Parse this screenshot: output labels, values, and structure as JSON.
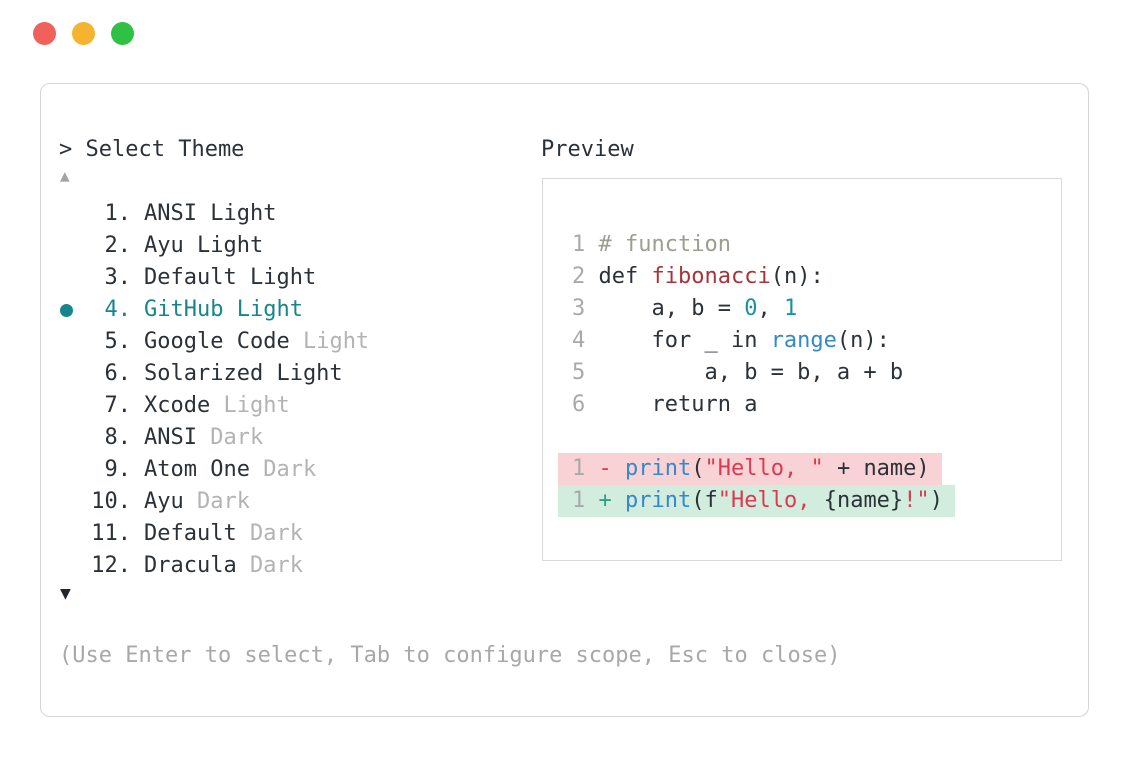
{
  "window": {
    "traffic_lights": [
      {
        "name": "close",
        "color": "#f2605c"
      },
      {
        "name": "minimize",
        "color": "#f5b42f"
      },
      {
        "name": "zoom",
        "color": "#2ec143"
      }
    ]
  },
  "prompt": {
    "text": "> Select Theme"
  },
  "theme_list": {
    "scroll_up_indicator": "▲",
    "scroll_down_indicator": "▼",
    "items": [
      {
        "num": "1.",
        "selected": false,
        "parts": [
          {
            "t": "ANSI Light",
            "c": "dark"
          }
        ]
      },
      {
        "num": "2.",
        "selected": false,
        "parts": [
          {
            "t": "Ayu Light",
            "c": "dark"
          }
        ]
      },
      {
        "num": "3.",
        "selected": false,
        "parts": [
          {
            "t": "Default Light",
            "c": "dark"
          }
        ]
      },
      {
        "num": "4.",
        "selected": true,
        "parts": [
          {
            "t": "GitHub Light",
            "c": "teal"
          }
        ]
      },
      {
        "num": "5.",
        "selected": false,
        "parts": [
          {
            "t": "Google Code ",
            "c": "dark"
          },
          {
            "t": "Light",
            "c": "dim"
          }
        ]
      },
      {
        "num": "6.",
        "selected": false,
        "parts": [
          {
            "t": "Solarized Light",
            "c": "dark"
          }
        ]
      },
      {
        "num": "7.",
        "selected": false,
        "parts": [
          {
            "t": "Xcode ",
            "c": "dark"
          },
          {
            "t": "Light",
            "c": "dim"
          }
        ]
      },
      {
        "num": "8.",
        "selected": false,
        "parts": [
          {
            "t": "ANSI ",
            "c": "dark"
          },
          {
            "t": "Dark",
            "c": "dim"
          }
        ]
      },
      {
        "num": "9.",
        "selected": false,
        "parts": [
          {
            "t": "Atom One ",
            "c": "dark"
          },
          {
            "t": "Dark",
            "c": "dim"
          }
        ]
      },
      {
        "num": "10.",
        "selected": false,
        "parts": [
          {
            "t": "Ayu ",
            "c": "dark"
          },
          {
            "t": "Dark",
            "c": "dim"
          }
        ]
      },
      {
        "num": "11.",
        "selected": false,
        "parts": [
          {
            "t": "Default ",
            "c": "dark"
          },
          {
            "t": "Dark",
            "c": "dim"
          }
        ]
      },
      {
        "num": "12.",
        "selected": false,
        "parts": [
          {
            "t": "Dracula ",
            "c": "dark"
          },
          {
            "t": "Dark",
            "c": "dim"
          }
        ]
      }
    ]
  },
  "preview": {
    "label": "Preview",
    "code_lines": [
      {
        "bg": "",
        "segments": [
          {
            "t": "1 ",
            "c": "ln"
          },
          {
            "t": "# function",
            "c": "com"
          }
        ]
      },
      {
        "bg": "",
        "segments": [
          {
            "t": "2 ",
            "c": "ln"
          },
          {
            "t": "def ",
            "c": "txt"
          },
          {
            "t": "fibonacci",
            "c": "func"
          },
          {
            "t": "(n):",
            "c": "txt"
          }
        ]
      },
      {
        "bg": "",
        "segments": [
          {
            "t": "3 ",
            "c": "ln"
          },
          {
            "t": "    a, b = ",
            "c": "txt"
          },
          {
            "t": "0",
            "c": "num2"
          },
          {
            "t": ", ",
            "c": "txt"
          },
          {
            "t": "1",
            "c": "num2"
          }
        ]
      },
      {
        "bg": "",
        "segments": [
          {
            "t": "4 ",
            "c": "ln"
          },
          {
            "t": "    for _ in ",
            "c": "txt"
          },
          {
            "t": "range",
            "c": "blue"
          },
          {
            "t": "(n):",
            "c": "txt"
          }
        ]
      },
      {
        "bg": "",
        "segments": [
          {
            "t": "5 ",
            "c": "ln"
          },
          {
            "t": "        a, b = b, a + b",
            "c": "txt"
          }
        ]
      },
      {
        "bg": "",
        "segments": [
          {
            "t": "6 ",
            "c": "ln"
          },
          {
            "t": "    return a",
            "c": "txt"
          }
        ]
      },
      {
        "bg": "",
        "segments": []
      },
      {
        "bg": "removed",
        "segments": [
          {
            "t": "1 ",
            "c": "ln"
          },
          {
            "t": "- ",
            "c": "del"
          },
          {
            "t": "print",
            "c": "blue"
          },
          {
            "t": "(",
            "c": "txt"
          },
          {
            "t": "\"Hello, \"",
            "c": "str"
          },
          {
            "t": " + name)",
            "c": "txt"
          }
        ]
      },
      {
        "bg": "added",
        "segments": [
          {
            "t": "1 ",
            "c": "ln"
          },
          {
            "t": "+ ",
            "c": "add"
          },
          {
            "t": "print",
            "c": "blue"
          },
          {
            "t": "(f",
            "c": "txt"
          },
          {
            "t": "\"Hello, ",
            "c": "str"
          },
          {
            "t": "{name}",
            "c": "txt"
          },
          {
            "t": "!\"",
            "c": "str"
          },
          {
            "t": ")",
            "c": "txt"
          }
        ]
      }
    ]
  },
  "help": {
    "text": "(Use Enter to select, Tab to configure scope, Esc to close)"
  },
  "colors": {
    "dark": "#2b3138",
    "dim": "#b3b3b3",
    "teal": "#17868a",
    "comment": "#9b9e90",
    "func": "#a93438",
    "number": "#1793a0",
    "blue": "#3389ca",
    "string": "#dd3a52",
    "plus": "#2aa187",
    "removed_bg": "#f9d2d5",
    "added_bg": "#d2edde",
    "border": "#d4d4d4"
  }
}
